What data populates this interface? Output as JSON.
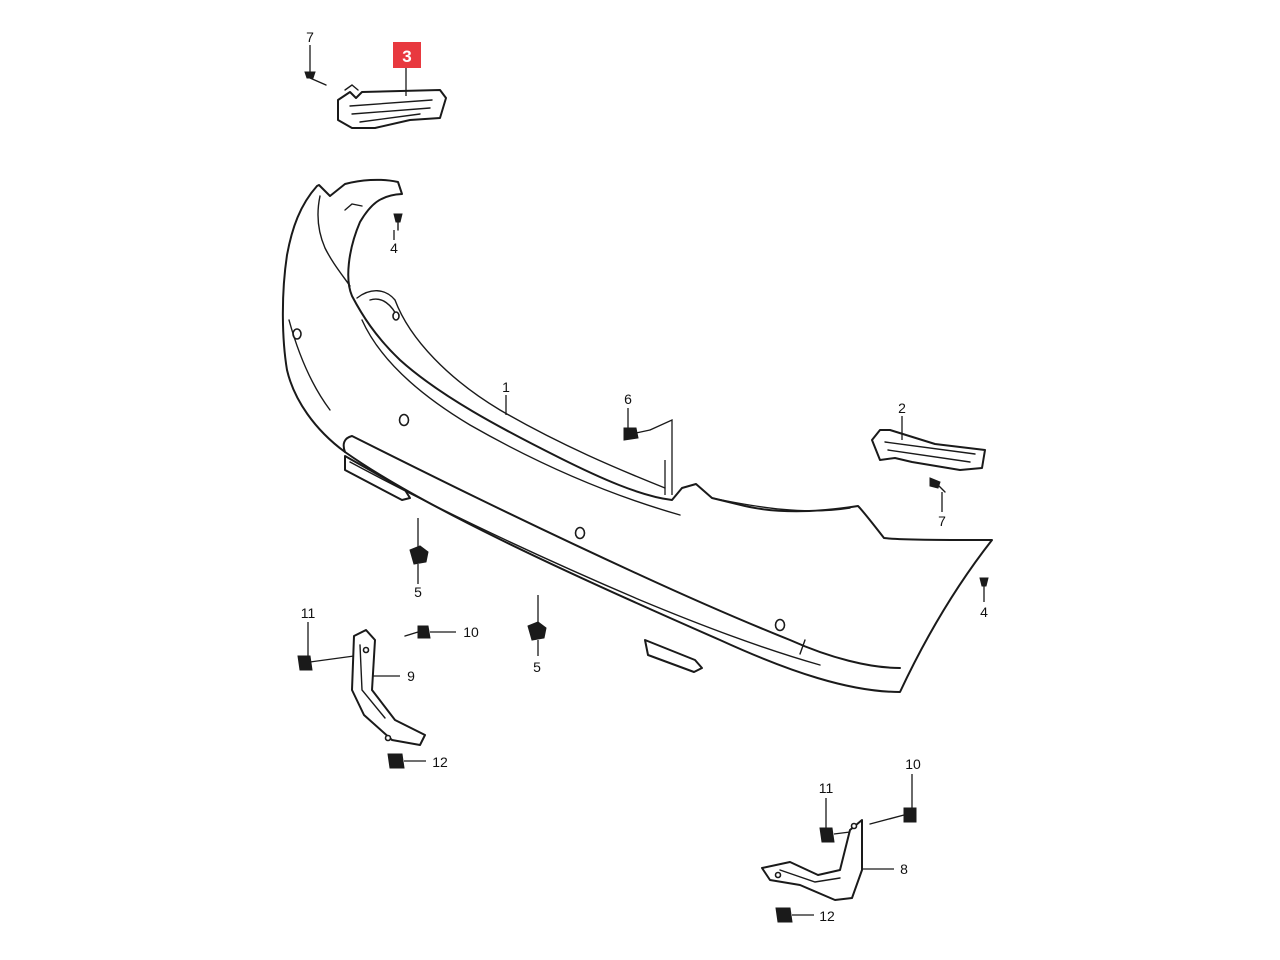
{
  "colors": {
    "line": "#1a1a1a",
    "highlight": "#e8393f",
    "background": "#ffffff"
  },
  "callouts": {
    "c1": "1",
    "c2": "2",
    "c3": "3",
    "c4a": "4",
    "c4b": "4",
    "c5a": "5",
    "c5b": "5",
    "c6": "6",
    "c7a": "7",
    "c7b": "7",
    "c8": "8",
    "c9": "9",
    "c10a": "10",
    "c10b": "10",
    "c11a": "11",
    "c11b": "11",
    "c12a": "12",
    "c12b": "12"
  },
  "highlighted_part": "3"
}
